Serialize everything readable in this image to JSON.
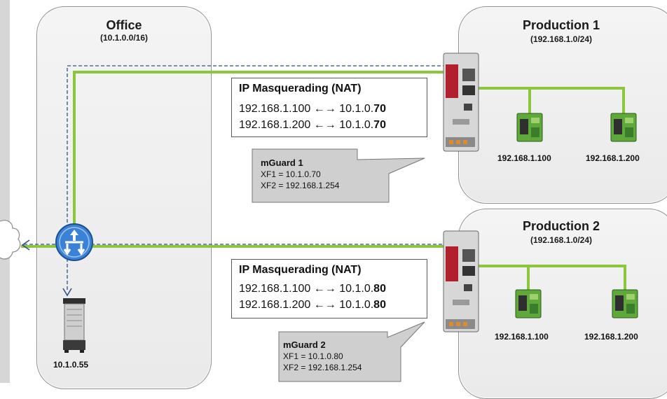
{
  "zones": {
    "office": {
      "title": "Office",
      "subnet": "(10.1.0.0/16)"
    },
    "production1": {
      "title": "Production 1",
      "subnet": "(192.168.1.0/24)"
    },
    "production2": {
      "title": "Production 2",
      "subnet": "(192.168.1.0/24)"
    }
  },
  "nat1": {
    "title": "IP Masquerading (NAT)",
    "rows": [
      {
        "left": "192.168.1.100",
        "arrow": "←→",
        "right_prefix": "10.1.0.",
        "right_bold": "70"
      },
      {
        "left": "192.168.1.200",
        "arrow": "←→",
        "right_prefix": "10.1.0.",
        "right_bold": "70"
      }
    ]
  },
  "nat2": {
    "title": "IP Masquerading (NAT)",
    "rows": [
      {
        "left": "192.168.1.100",
        "arrow": "←→",
        "right_prefix": "10.1.0.",
        "right_bold": "80"
      },
      {
        "left": "192.168.1.200",
        "arrow": "←→",
        "right_prefix": "10.1.0.",
        "right_bold": "80"
      }
    ]
  },
  "mguard1": {
    "title": "mGuard 1",
    "xf1": "XF1 = 10.1.0.70",
    "xf2": "XF2 = 192.168.1.254"
  },
  "mguard2": {
    "title": "mGuard 2",
    "xf1": "XF1 = 10.1.0.80",
    "xf2": "XF2 = 192.168.1.254"
  },
  "devices": {
    "p1_dev1": "192.168.1.100",
    "p1_dev2": "192.168.1.200",
    "p2_dev1": "192.168.1.100",
    "p2_dev2": "192.168.1.200",
    "server": "10.1.0.55"
  },
  "colors": {
    "green_link": "#8cc63f",
    "dashed_link": "#2f4f8f",
    "router_blue": "#3b82d6",
    "zone_fill": "#eeeeee",
    "zone_border": "#8f8f8f"
  },
  "icons": {
    "router": "router-icon",
    "server": "server-icon",
    "mguard": "mguard-device-icon",
    "plc": "plc-device-icon",
    "cloud": "cloud-icon"
  }
}
